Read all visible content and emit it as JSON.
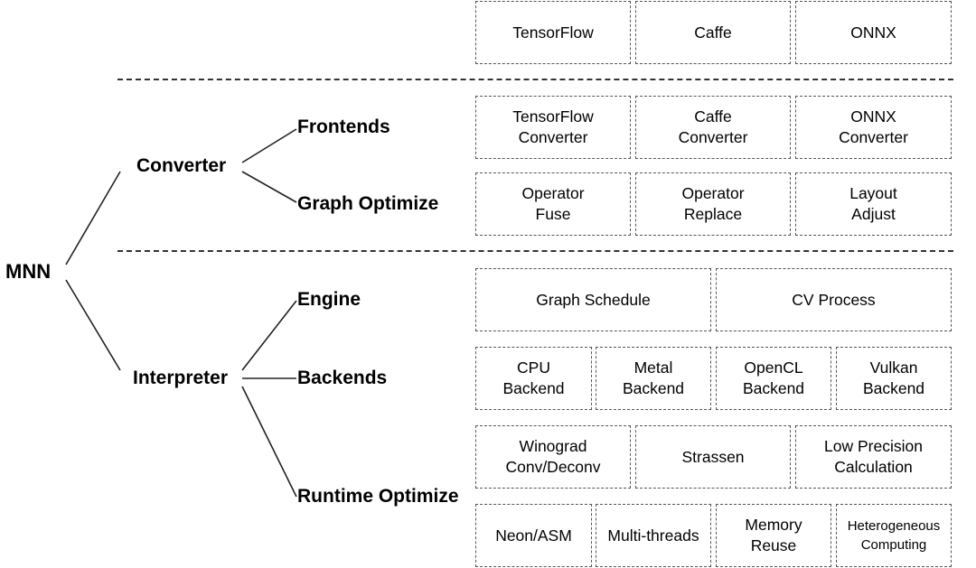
{
  "tree": {
    "root": "MNN",
    "converter": "Converter",
    "frontends": "Frontends",
    "graph_optimize": "Graph Optimize",
    "interpreter": "Interpreter",
    "engine": "Engine",
    "backends": "Backends",
    "runtime_optimize": "Runtime Optimize"
  },
  "top_formats": [
    "TensorFlow",
    "Caffe",
    "ONNX"
  ],
  "frontend_boxes": [
    [
      "TensorFlow",
      "Converter"
    ],
    [
      "Caffe",
      "Converter"
    ],
    [
      "ONNX",
      "Converter"
    ]
  ],
  "graph_optimize_boxes": [
    [
      "Operator",
      "Fuse"
    ],
    [
      "Operator",
      "Replace"
    ],
    [
      "Layout",
      "Adjust"
    ]
  ],
  "engine_boxes": [
    "Graph Schedule",
    "CV Process"
  ],
  "backend_boxes": [
    [
      "CPU",
      "Backend"
    ],
    [
      "Metal",
      "Backend"
    ],
    [
      "OpenCL",
      "Backend"
    ],
    [
      "Vulkan",
      "Backend"
    ]
  ],
  "runtime_boxes_row1": [
    [
      "Winograd",
      "Conv/Deconv"
    ],
    [
      "Strassen"
    ],
    [
      "Low Precision",
      "Calculation"
    ]
  ],
  "runtime_boxes_row2": [
    [
      "Neon/ASM"
    ],
    [
      "Multi-threads"
    ],
    [
      "Memory",
      "Reuse"
    ],
    [
      "Heterogeneous",
      "Computing"
    ]
  ]
}
